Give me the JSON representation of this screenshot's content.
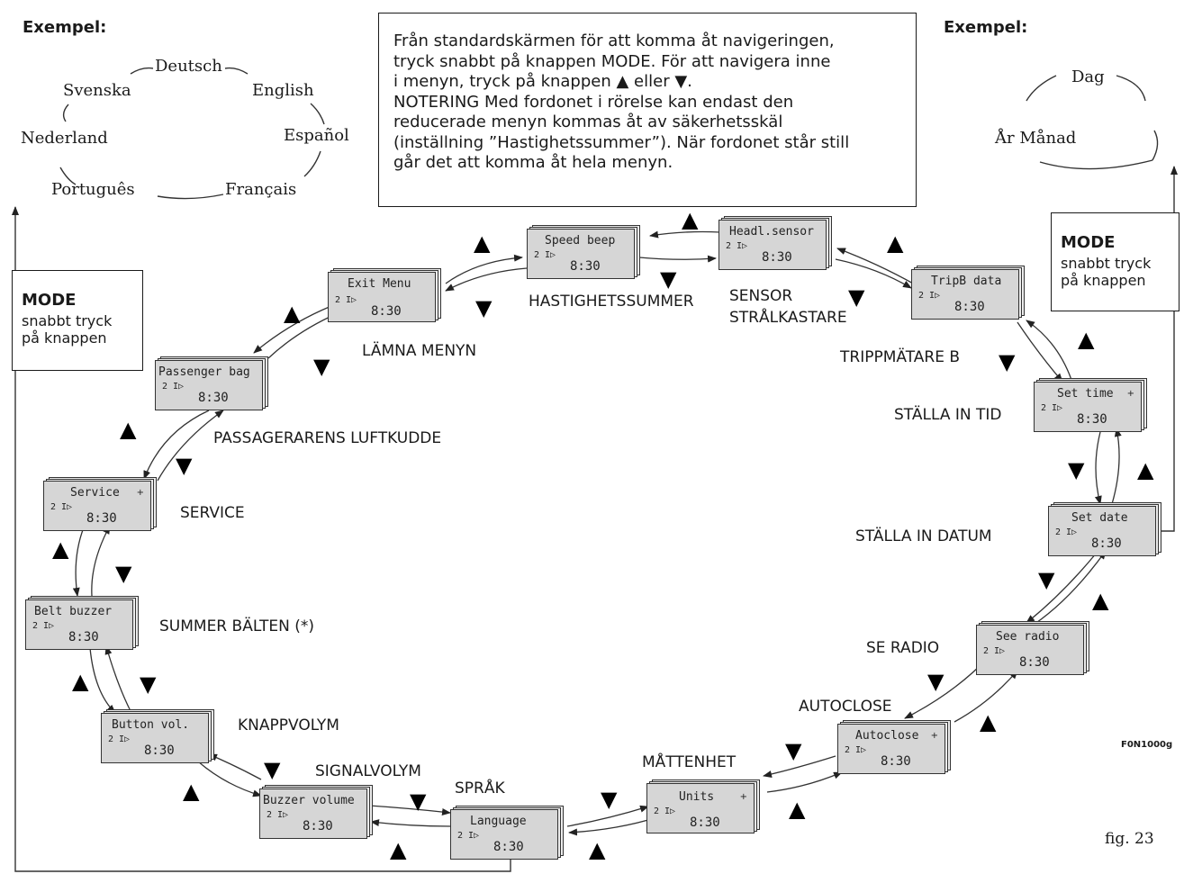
{
  "examples": {
    "left_title": "Exempel:",
    "right_title": "Exempel:",
    "languages": [
      "Deutsch",
      "English",
      "Español",
      "Français",
      "Português",
      "Nederland",
      "Svenska"
    ],
    "date_items": [
      "Dag",
      "År Månad"
    ]
  },
  "note": {
    "text": "Från standardskärmen för att komma åt navigeringen,\ntryck snabbt på knappen MODE. För att navigera inne\ni menyn, tryck på knappen ▲ eller ▼.\nNOTERING Med fordonet i rörelse kan endast den\nreducerade menyn kommas åt av säkerhetsskäl\n(inställning ”Hastighetssummer”). När fordonet står still\ngår det att komma åt hela menyn."
  },
  "mode_left": {
    "title": "MODE",
    "subtitle": "snabbt tryck\npå knappen"
  },
  "mode_right": {
    "title": "MODE",
    "subtitle": "snabbt tryck\npå knappen"
  },
  "symbols": {
    "up": "▲",
    "down": "▼"
  },
  "screens": [
    {
      "id": "exit",
      "title": "Exit Menu",
      "indicator": "2 I▷",
      "time": "8:30",
      "extra": "",
      "label": "LÄMNA MENYN"
    },
    {
      "id": "speed",
      "title": "Speed beep",
      "indicator": "2 I▷",
      "time": "8:30",
      "extra": "",
      "label": "HASTIGHETSSUMMER"
    },
    {
      "id": "headl",
      "title": "Headl.sensor",
      "indicator": "2 I▷",
      "time": "8:30",
      "extra": "",
      "label": "SENSOR\nSTRÅLKASTARE"
    },
    {
      "id": "tripb",
      "title": "TripB data",
      "indicator": "2 I▷",
      "time": "8:30",
      "extra": "",
      "label": "TRIPPMÄTARE B"
    },
    {
      "id": "settime",
      "title": "Set time",
      "indicator": "2 I▷",
      "time": "8:30",
      "extra": "+",
      "label": "STÄLLA IN TID"
    },
    {
      "id": "setdate",
      "title": "Set date",
      "indicator": "2 I▷",
      "time": "8:30",
      "extra": "",
      "label": "STÄLLA IN DATUM"
    },
    {
      "id": "radio",
      "title": "See radio",
      "indicator": "2 I▷",
      "time": "8:30",
      "extra": "",
      "label": "SE RADIO"
    },
    {
      "id": "autoclose",
      "title": "Autoclose",
      "indicator": "2 I▷",
      "time": "8:30",
      "extra": "+",
      "label": "AUTOCLOSE"
    },
    {
      "id": "units",
      "title": "Units",
      "indicator": "2 I▷",
      "time": "8:30",
      "extra": "+",
      "label": "MÅTTENHET"
    },
    {
      "id": "language",
      "title": "Language",
      "indicator": "2 I▷",
      "time": "8:30",
      "extra": "",
      "label": "SPRÅK"
    },
    {
      "id": "buzzer",
      "title": "Buzzer volume",
      "indicator": "2 I▷",
      "time": "8:30",
      "extra": "",
      "label": "SIGNALVOLYM"
    },
    {
      "id": "button",
      "title": "Button vol.",
      "indicator": "2 I▷",
      "time": "8:30",
      "extra": "",
      "label": "KNAPPVOLYM"
    },
    {
      "id": "belt",
      "title": "Belt buzzer",
      "indicator": "2 I▷",
      "time": "8:30",
      "extra": "",
      "label": "SUMMER BÄLTEN (*)"
    },
    {
      "id": "service",
      "title": "Service",
      "indicator": "2 I▷",
      "time": "8:30",
      "extra": "+",
      "label": "SERVICE"
    },
    {
      "id": "passenger",
      "title": "Passenger bag",
      "indicator": "2 I▷",
      "time": "8:30",
      "extra": "",
      "label": "PASSAGERARENS LUFTKUDDE"
    }
  ],
  "figure": {
    "code": "F0N1000g",
    "label": "fig. 23"
  }
}
